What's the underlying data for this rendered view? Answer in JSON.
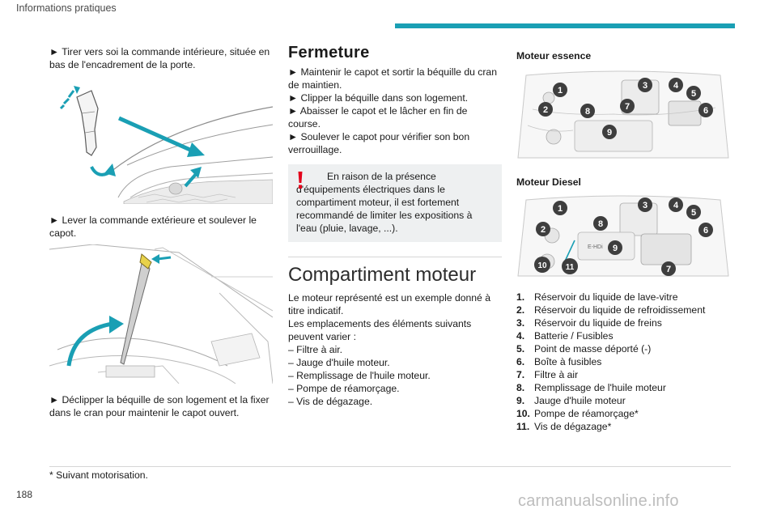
{
  "header": {
    "title": "Informations pratiques"
  },
  "col1": {
    "p1": "► Tirer vers soi la commande intérieure, située en bas de l'encadrement de la porte.",
    "p2": "► Lever la commande extérieure et soulever le capot.",
    "p3": "► Déclipper la béquille de son logement et la fixer dans le cran pour maintenir le capot ouvert."
  },
  "col2": {
    "fermeture_title": "Fermeture",
    "steps": [
      "► Maintenir le capot et sortir la béquille du cran de maintien.",
      "► Clipper la béquille dans son logement.",
      "► Abaisser le capot et le lâcher en fin de course.",
      "► Soulever le capot pour vérifier son bon verrouillage."
    ],
    "warning": "En raison de la présence d'équipements électriques dans le compartiment moteur, il est fortement recommandé de limiter les expositions à l'eau (pluie, lavage, ...).",
    "section_title": "Compartiment moteur",
    "intro1": "Le moteur représenté est un exemple donné à titre indicatif.",
    "intro2": "Les emplacements des éléments suivants peuvent varier :",
    "list": [
      "– Filtre à air.",
      "– Jauge d'huile moteur.",
      "– Remplissage de l'huile moteur.",
      "– Pompe de réamorçage.",
      "– Vis de dégazage."
    ]
  },
  "col3": {
    "essence_label": "Moteur essence",
    "diesel_label": "Moteur Diesel",
    "engine_badge_text": "E-HDi",
    "legend": [
      {
        "num": "1.",
        "text": "Réservoir du liquide de lave-vitre"
      },
      {
        "num": "2.",
        "text": "Réservoir du liquide de refroidissement"
      },
      {
        "num": "3.",
        "text": "Réservoir du liquide de freins"
      },
      {
        "num": "4.",
        "text": "Batterie / Fusibles"
      },
      {
        "num": "5.",
        "text": "Point de masse déporté (-)"
      },
      {
        "num": "6.",
        "text": "Boîte à fusibles"
      },
      {
        "num": "7.",
        "text": "Filtre à air"
      },
      {
        "num": "8.",
        "text": "Remplissage de l'huile moteur"
      },
      {
        "num": "9.",
        "text": "Jauge d'huile moteur"
      },
      {
        "num": "10.",
        "text": "Pompe de réamorçage*"
      },
      {
        "num": "11.",
        "text": "Vis de dégazage*"
      }
    ],
    "essence_badges": [
      "1",
      "2",
      "3",
      "4",
      "5",
      "6",
      "7",
      "8",
      "9"
    ],
    "diesel_badges": [
      "1",
      "2",
      "3",
      "4",
      "5",
      "6",
      "7",
      "8",
      "9",
      "10",
      "11"
    ]
  },
  "footnote": "* Suivant motorisation.",
  "page_number": "188",
  "watermark": "carmanualsonline.info",
  "colors": {
    "accent": "#1a9fb4",
    "warning": "#e3001b",
    "badge": "#3e3e3e"
  }
}
